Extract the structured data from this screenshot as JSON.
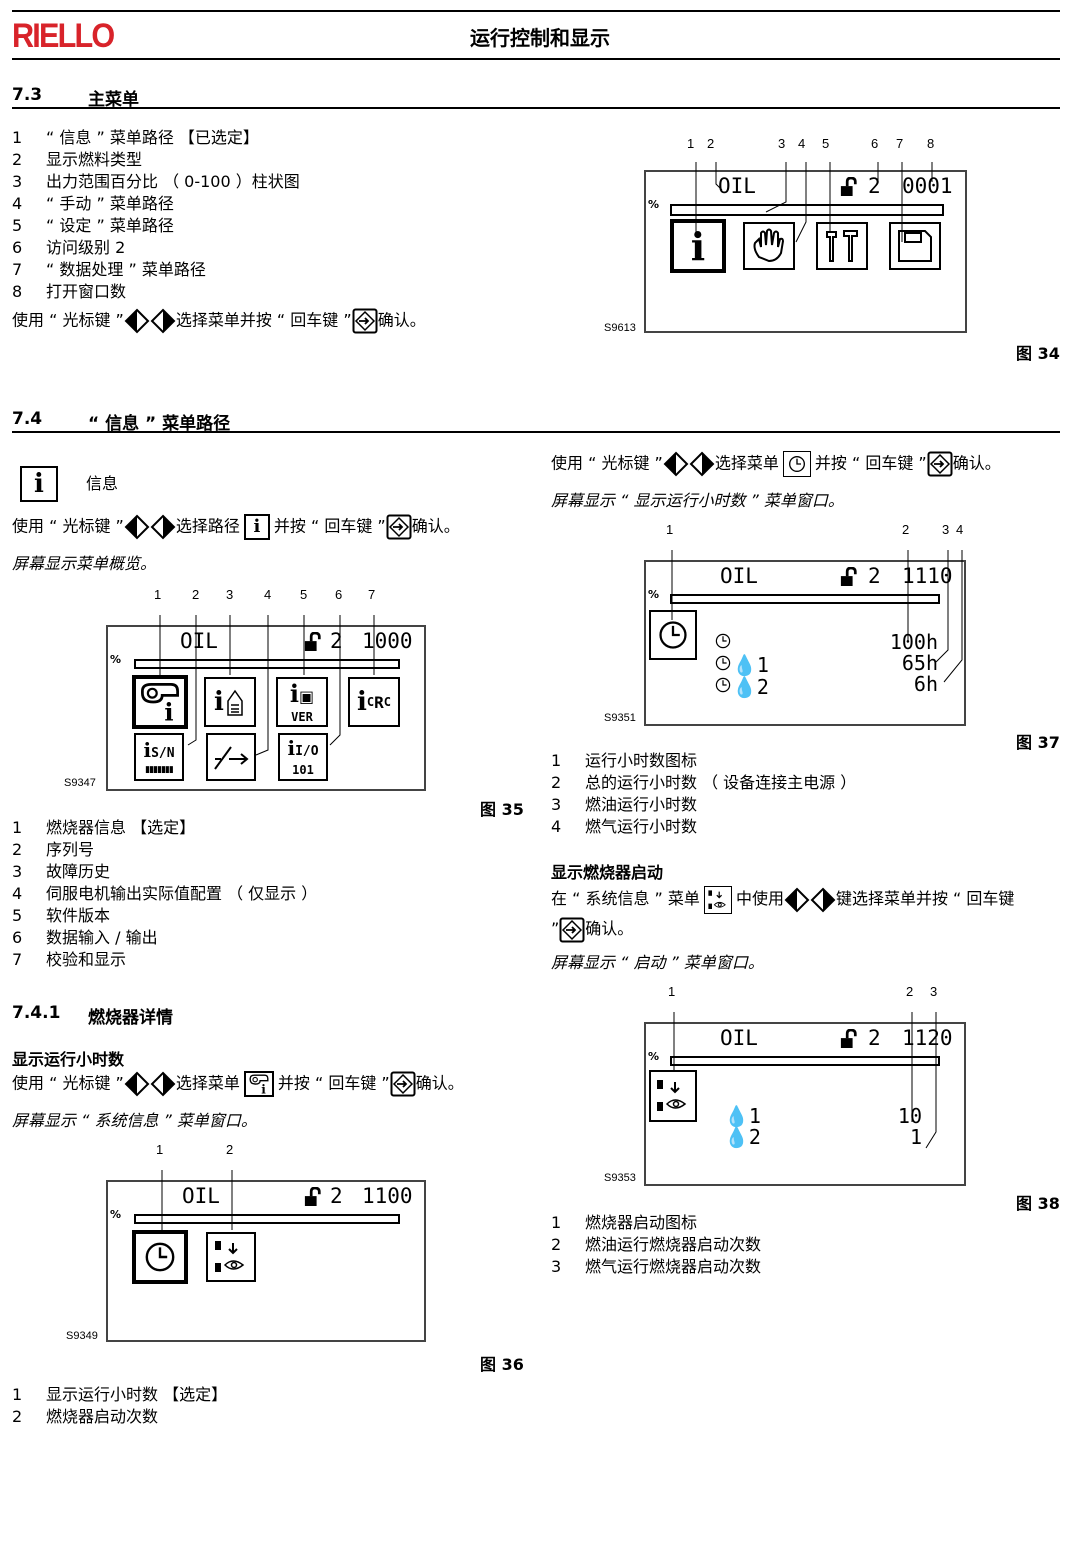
{
  "header": {
    "logo": "RIELLO",
    "title": "运行控制和显示"
  },
  "s73": {
    "num": "7.3",
    "title": "主菜单",
    "items": [
      {
        "n": "1",
        "t": "“ 信息 ” 菜单路径 【已选定】"
      },
      {
        "n": "2",
        "t": "显示燃料类型"
      },
      {
        "n": "3",
        "t": "出力范围百分比 （ 0-100 ）柱状图"
      },
      {
        "n": "4",
        "t": "“ 手动 ” 菜单路径"
      },
      {
        "n": "5",
        "t": "“ 设定 ” 菜单路径"
      },
      {
        "n": "6",
        "t": "访问级别 2"
      },
      {
        "n": "7",
        "t": "“ 数据处理 ” 菜单路径"
      },
      {
        "n": "8",
        "t": "打开窗口数"
      }
    ],
    "use_a": "使用 “ 光标键 ”",
    "use_b": "选择菜单并按 “ 回车键 ”",
    "use_c": "确认。",
    "fig": {
      "code": "S9613",
      "caption": "图 34",
      "callouts": [
        "1",
        "2",
        "3",
        "4",
        "5",
        "6",
        "7",
        "8"
      ],
      "fuel": "OIL",
      "level": "2",
      "window": "0001"
    }
  },
  "s74": {
    "num": "7.4",
    "title": "“ 信息 ” 菜单路径",
    "info_label": "信息",
    "use_a": "使用 “ 光标键 ”",
    "use_b": "选择路径",
    "use_c": "并按 “ 回车键 ”",
    "use_d": "确认。",
    "screen_text": "屏幕显示菜单概览。",
    "fig": {
      "code": "S9347",
      "caption": "图 35",
      "callouts": [
        "1",
        "2",
        "3",
        "4",
        "5",
        "6",
        "7"
      ],
      "fuel": "OIL",
      "level": "2",
      "window": "1000",
      "icon_sn": "S/N",
      "icon_ver": "VER",
      "icon_io": "I/O",
      "icon_io_bits": "101",
      "icon_rc": "R"
    },
    "items": [
      {
        "n": "1",
        "t": "燃烧器信息 【选定】"
      },
      {
        "n": "2",
        "t": "序列号"
      },
      {
        "n": "3",
        "t": "故障历史"
      },
      {
        "n": "4",
        "t": "伺服电机输出实际值配置 （ 仅显示 ）"
      },
      {
        "n": "5",
        "t": "软件版本"
      },
      {
        "n": "6",
        "t": "数据输入 / 输出"
      },
      {
        "n": "7",
        "t": "校验和显示"
      }
    ]
  },
  "s741": {
    "num": "7.4.1",
    "title": "燃烧器详情",
    "sub": "显示运行小时数",
    "use_a": "使用 “ 光标键 ”",
    "use_b": "选择菜单",
    "use_c": "并按 “ 回车键 ”",
    "use_d": "确认。",
    "screen_text": "屏幕显示 “ 系统信息 ” 菜单窗口。",
    "fig": {
      "code": "S9349",
      "caption": "图 36",
      "callouts": [
        "1",
        "2"
      ],
      "fuel": "OIL",
      "level": "2",
      "window": "1100"
    },
    "items": [
      {
        "n": "1",
        "t": "显示运行小时数 【选定】"
      },
      {
        "n": "2",
        "t": "燃烧器启动次数"
      }
    ]
  },
  "right": {
    "use_a": "使用 “ 光标键 ”",
    "use_b": "选择菜单",
    "use_c": "并按 “ 回车键 ”",
    "use_d": "确认。",
    "screen_text": "屏幕显示 “ 显示运行小时数 ” 菜单窗口。",
    "fig37": {
      "code": "S9351",
      "caption": "图 37",
      "callouts": [
        "1",
        "2",
        "3",
        "4"
      ],
      "fuel": "OIL",
      "level": "2",
      "window": "1110",
      "hours_total": "100h",
      "hours_oil": "65h",
      "hours_gas": "6h",
      "oil_tag": "1",
      "gas_tag": "2"
    },
    "items37": [
      {
        "n": "1",
        "t": "运行小时数图标"
      },
      {
        "n": "2",
        "t": "总的运行小时数 （ 设备连接主电源 ）"
      },
      {
        "n": "3",
        "t": "燃油运行小时数"
      },
      {
        "n": "4",
        "t": "燃气运行小时数"
      }
    ],
    "sub": "显示燃烧器启动",
    "start_a": "在 “ 系统信息 ” 菜单",
    "start_b": "中使用",
    "start_c": "键选择菜单并按 “ 回车键",
    "start_d": "”",
    "start_e": "确认。",
    "start_screen": "屏幕显示 “ 启动 ” 菜单窗口。",
    "fig38": {
      "code": "S9353",
      "caption": "图 38",
      "callouts": [
        "1",
        "2",
        "3"
      ],
      "fuel": "OIL",
      "level": "2",
      "window": "1120",
      "starts_oil": "10",
      "starts_gas": "1",
      "oil_tag": "1",
      "gas_tag": "2"
    },
    "items38": [
      {
        "n": "1",
        "t": "燃烧器启动图标"
      },
      {
        "n": "2",
        "t": "燃油运行燃烧器启动次数"
      },
      {
        "n": "3",
        "t": "燃气运行燃烧器启动次数"
      }
    ]
  },
  "icons": [
    "cursor-left-icon",
    "cursor-right-icon",
    "enter-key-icon",
    "info-icon",
    "clock-icon",
    "burner-info-icon",
    "burner-start-icon",
    "hand-icon",
    "tools-icon",
    "save-icon",
    "lock-icon"
  ]
}
